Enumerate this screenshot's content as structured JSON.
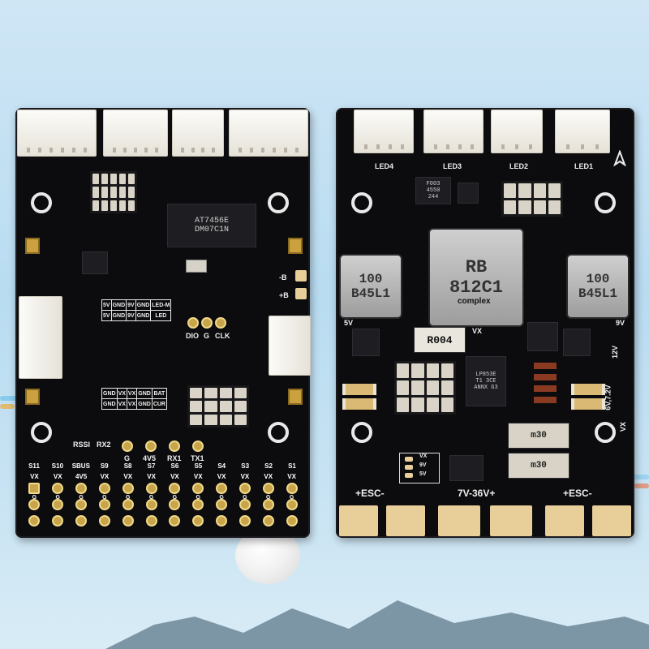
{
  "left_board": {
    "chip_marking_1": "AT7456E",
    "chip_marking_2": "DM07C1N",
    "silk_top_table": {
      "row1": [
        "5V",
        "GND",
        "9V",
        "GND",
        "LED-M"
      ],
      "row2": [
        "5V",
        "GND",
        "9V",
        "GND",
        "LED"
      ]
    },
    "silk_mid_labels": [
      "DIO",
      "G",
      "CLK"
    ],
    "silk_side_labels": [
      "-B",
      "+B"
    ],
    "silk_bottom_table": {
      "row1": [
        "GND",
        "VX",
        "VX",
        "GND",
        "BAT"
      ],
      "row2": [
        "GND",
        "VX",
        "VX",
        "GND",
        "CUR"
      ]
    },
    "rx_labels": [
      "RSSI",
      "RX2"
    ],
    "aux_pad_labels": [
      "G",
      "4V5",
      "RX1",
      "TX1"
    ],
    "servo_labels": [
      "S11",
      "S10",
      "SBUS",
      "S9",
      "S8",
      "S7",
      "S6",
      "S5",
      "S4",
      "S3",
      "S2",
      "S1"
    ],
    "row_vx": [
      "VX",
      "VX",
      "4V5",
      "VX",
      "VX",
      "VX",
      "VX",
      "VX",
      "VX",
      "VX",
      "VX",
      "VX"
    ],
    "row_g1": "G",
    "row_g2": "G"
  },
  "right_board": {
    "led_labels": [
      "LED4",
      "LED3",
      "LED2",
      "LED1"
    ],
    "inductor_left": [
      "100",
      "B45L1"
    ],
    "inductor_center": [
      "RB",
      "812C1"
    ],
    "inductor_right": [
      "100",
      "B45L1"
    ],
    "overlay_word": "complex",
    "label_5v": "5V",
    "label_vx": "VX",
    "label_9v": "9V",
    "label_12v": "12V",
    "label_range": "6V,7.2V",
    "label_vx_side": "VX",
    "resistor_marking": "R004",
    "small_chip_1": [
      "F003",
      "4550",
      "244"
    ],
    "small_chip_center": [
      "LP853E",
      "T1 3CE",
      "ANNX G3"
    ],
    "smd_labels": [
      "VX",
      "9V",
      "5V"
    ],
    "bottom_labels": [
      "+ESC-",
      "7V-36V+",
      "+ESC-"
    ],
    "diode_markings": [
      "m30",
      "m30"
    ]
  },
  "colors": {
    "board": "#0c0c0e",
    "pad_gold": "#c8a44a",
    "copper": "#e8cf9a",
    "silk": "#f0f0f0"
  }
}
